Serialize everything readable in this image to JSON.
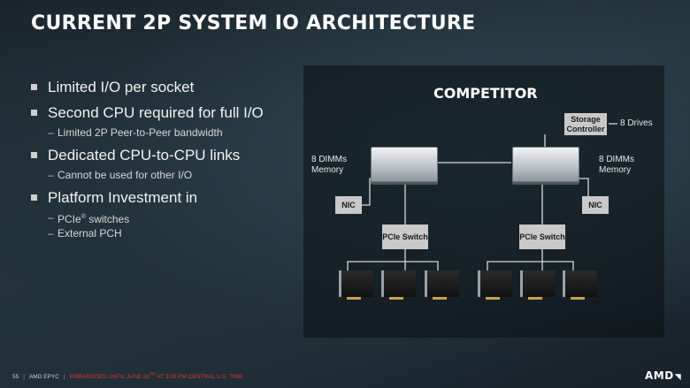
{
  "slide": {
    "title": "CURRENT 2P SYSTEM IO ARCHITECTURE"
  },
  "bullets": [
    {
      "text": "Limited I/O per socket",
      "subs": []
    },
    {
      "text": "Second CPU required for full I/O",
      "subs": [
        "Limited 2P Peer-to-Peer bandwidth"
      ]
    },
    {
      "text": "Dedicated CPU-to-CPU links",
      "subs": [
        "Cannot be used for other I/O"
      ]
    },
    {
      "text": "Platform Investment in",
      "subs": [
        "PCIe",
        "switches",
        "External PCH"
      ]
    }
  ],
  "pcie_reg_mark": "®",
  "diagram": {
    "label": "COMPETITOR",
    "storage_controller": "Storage Controller",
    "drives_label": "8 Drives",
    "left_memory": "8 DIMMs Memory",
    "right_memory": "8 DIMMs Memory",
    "left_nic": "NIC",
    "right_nic": "NIC",
    "left_switch": "PCIe Switch",
    "right_switch": "PCIe Switch"
  },
  "footer": {
    "page": "55",
    "brand": "AMD EPYC",
    "embargo": "EMBARGOED UNTIL JUNE 20",
    "embargo_sup": "TH",
    "embargo_rest": "AT 3:00 PM CENTRAL U.S. TIME",
    "logo": "AMD"
  }
}
